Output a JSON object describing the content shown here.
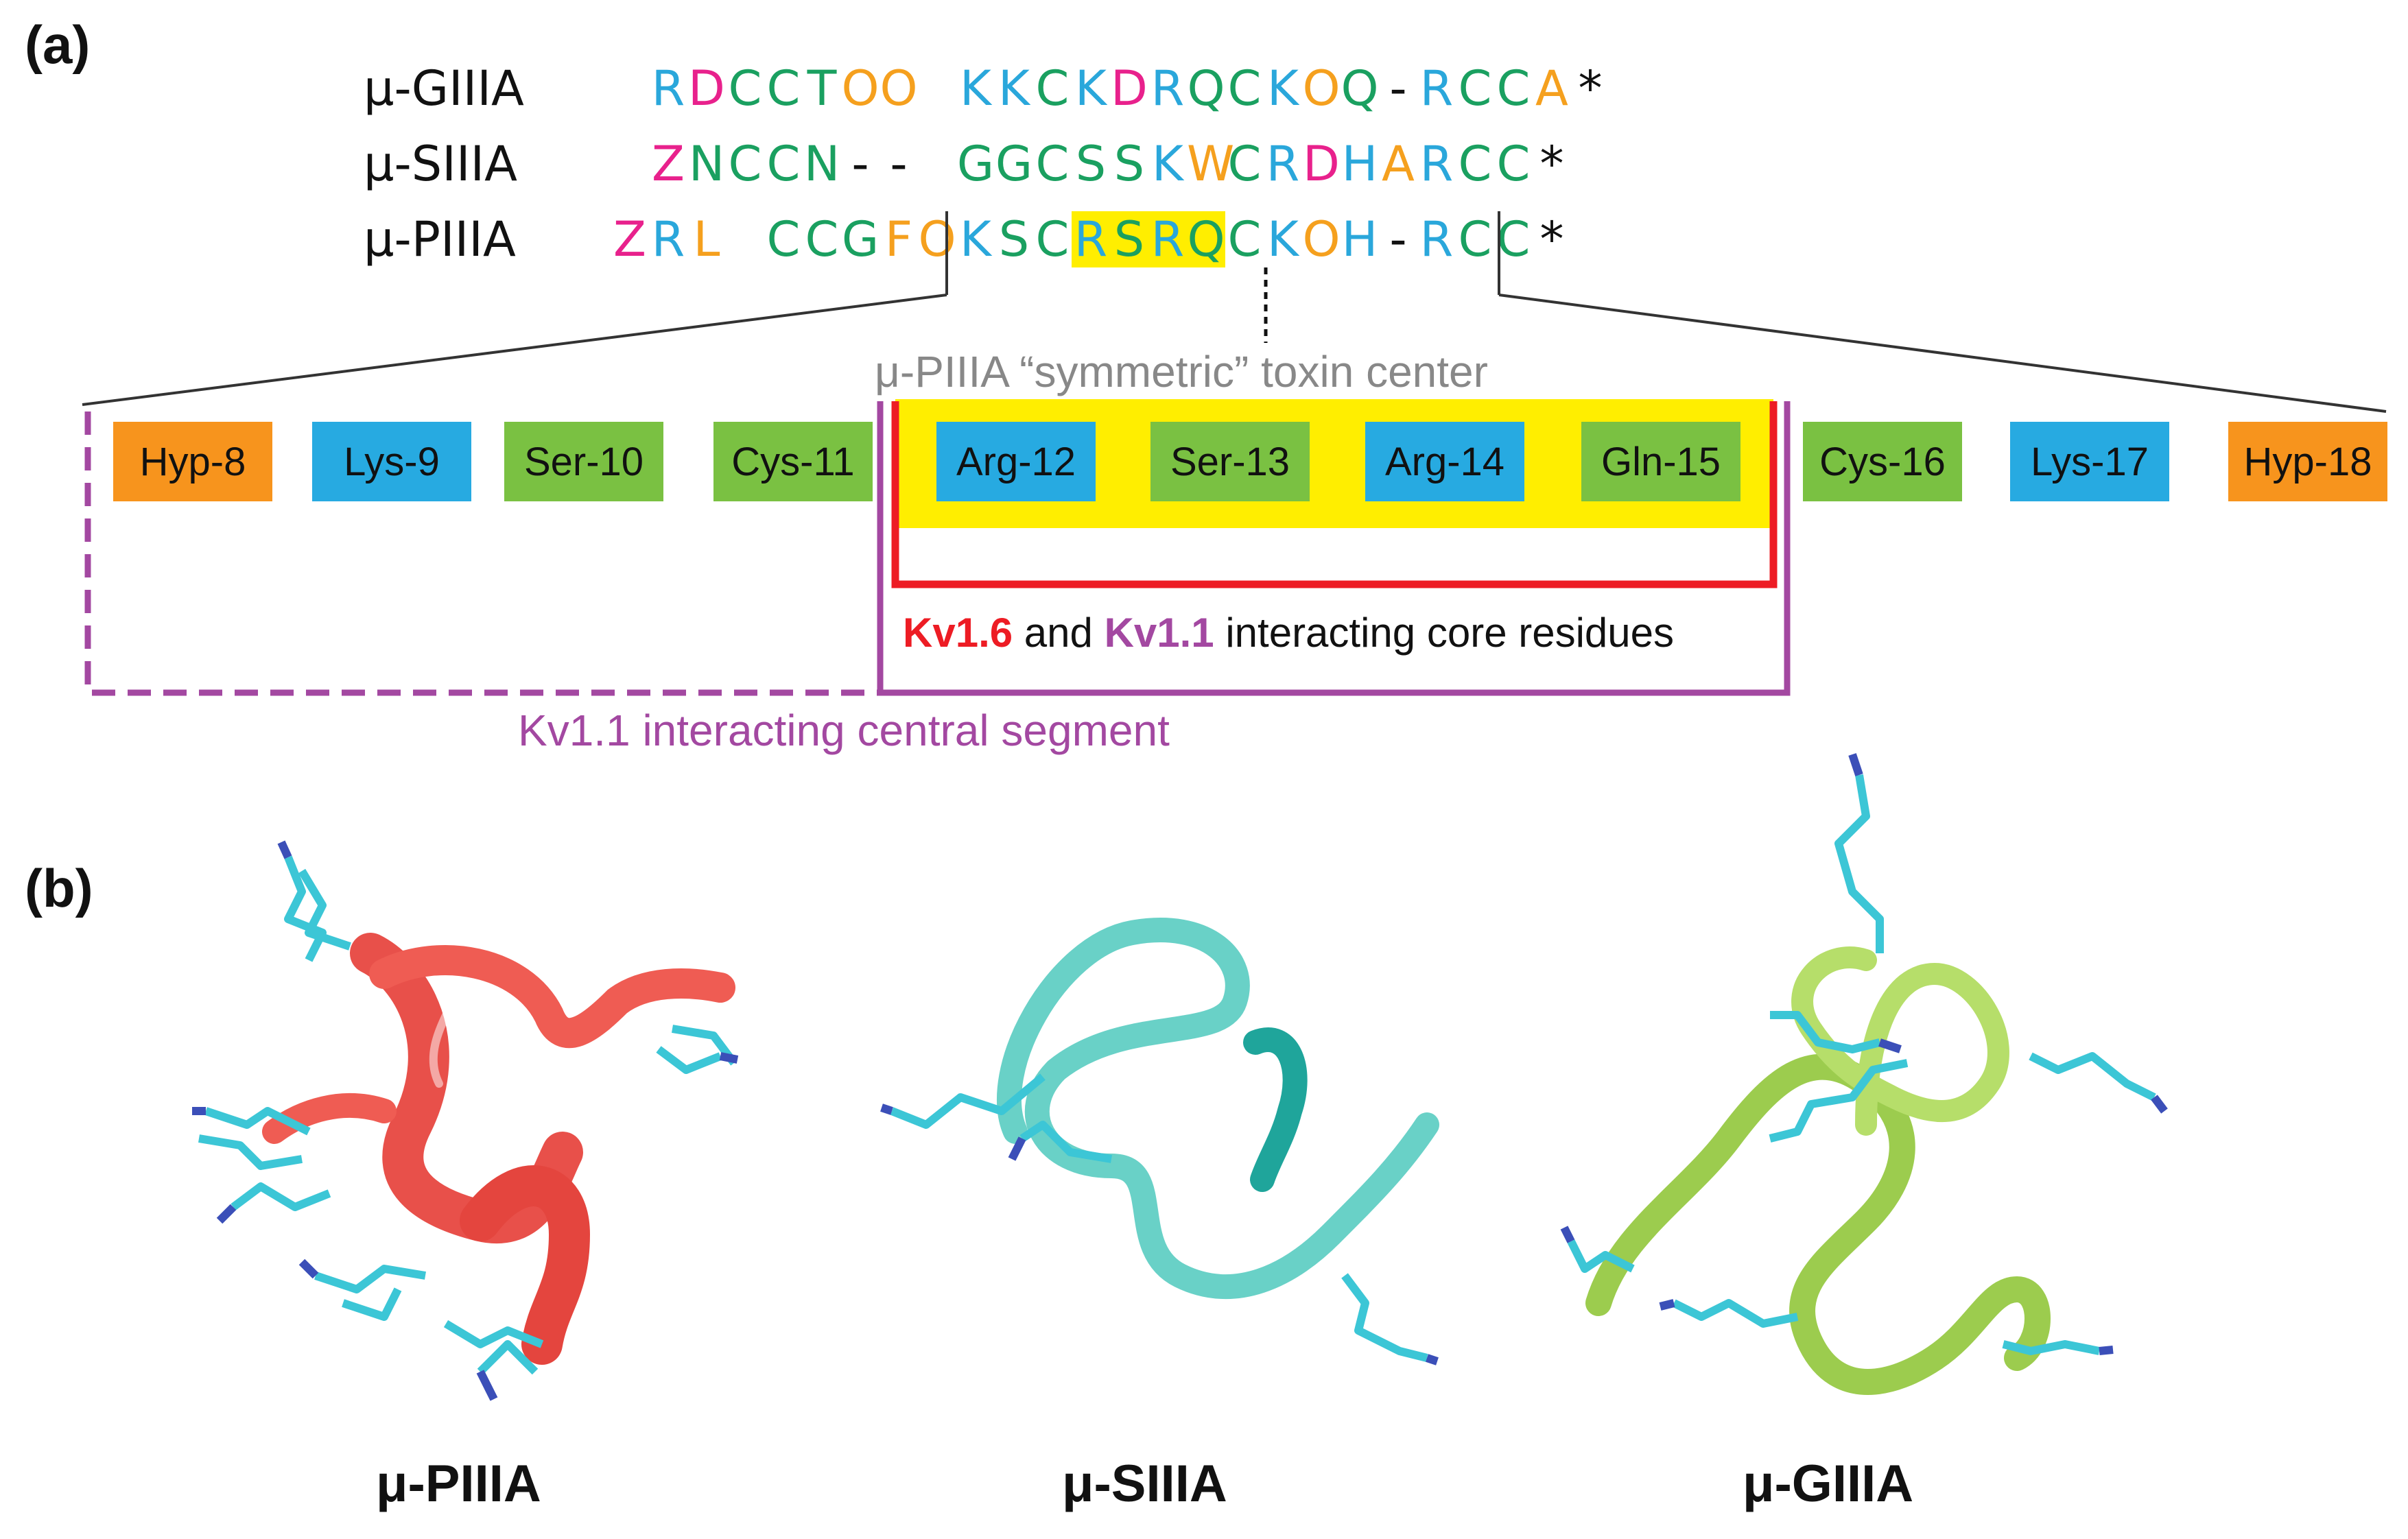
{
  "panel_a_label": "(a)",
  "panel_b_label": "(b)",
  "colors": {
    "blue": "#2aa7db",
    "green": "#1aa060",
    "orange": "#f5a01e",
    "pink": "#e8218c",
    "highlight": "#ffee00",
    "box_orange": "#f7941d",
    "box_blue": "#27aae1",
    "box_green": "#7ac142",
    "red": "#ed1c24",
    "purple": "#a348a1",
    "gray": "#888888"
  },
  "sequences": [
    {
      "name": "μ-GIIIA",
      "residues": [
        {
          "c": "R",
          "col": "blue"
        },
        {
          "c": "D",
          "col": "pink"
        },
        {
          "c": "C",
          "col": "green"
        },
        {
          "c": "C",
          "col": "green"
        },
        {
          "c": "T",
          "col": "green"
        },
        {
          "c": "O",
          "col": "orange"
        },
        {
          "c": "O",
          "col": "orange"
        },
        {
          "c": " ",
          "col": "blue"
        },
        {
          "c": "K",
          "col": "blue"
        },
        {
          "c": "K",
          "col": "blue"
        },
        {
          "c": "C",
          "col": "green"
        },
        {
          "c": "K",
          "col": "blue"
        },
        {
          "c": "D",
          "col": "pink"
        },
        {
          "c": "R",
          "col": "blue"
        },
        {
          "c": "Q",
          "col": "green"
        },
        {
          "c": "C",
          "col": "green"
        },
        {
          "c": "K",
          "col": "blue"
        },
        {
          "c": "O",
          "col": "orange"
        },
        {
          "c": "Q",
          "col": "green"
        },
        {
          "c": "-",
          "col": "black"
        },
        {
          "c": "R",
          "col": "blue"
        },
        {
          "c": "C",
          "col": "green"
        },
        {
          "c": "C",
          "col": "green"
        },
        {
          "c": "A",
          "col": "orange"
        },
        {
          "c": "*",
          "col": "black"
        }
      ]
    },
    {
      "name": "μ-SIIIA",
      "residues": [
        {
          "c": "Z",
          "col": "pink"
        },
        {
          "c": "N",
          "col": "green"
        },
        {
          "c": "C",
          "col": "green"
        },
        {
          "c": "C",
          "col": "green"
        },
        {
          "c": "N",
          "col": "green"
        },
        {
          "c": "-",
          "col": "black"
        },
        {
          "c": "-",
          "col": "black"
        },
        {
          "c": " ",
          "col": "blue"
        },
        {
          "c": "G",
          "col": "green"
        },
        {
          "c": "G",
          "col": "green"
        },
        {
          "c": "C",
          "col": "green"
        },
        {
          "c": "S",
          "col": "green"
        },
        {
          "c": "S",
          "col": "green"
        },
        {
          "c": "K",
          "col": "blue"
        },
        {
          "c": "W",
          "col": "orange"
        },
        {
          "c": "C",
          "col": "green"
        },
        {
          "c": "R",
          "col": "blue"
        },
        {
          "c": "D",
          "col": "pink"
        },
        {
          "c": "H",
          "col": "blue"
        },
        {
          "c": "A",
          "col": "orange"
        },
        {
          "c": "R",
          "col": "blue"
        },
        {
          "c": "C",
          "col": "green"
        },
        {
          "c": "C",
          "col": "green"
        },
        {
          "c": "*",
          "col": "black"
        }
      ]
    },
    {
      "name": "μ-PIIIA",
      "residues": [
        {
          "c": "Z",
          "col": "pink"
        },
        {
          "c": "R",
          "col": "blue"
        },
        {
          "c": "L",
          "col": "orange"
        },
        {
          "c": " ",
          "col": "blue"
        },
        {
          "c": "C",
          "col": "green"
        },
        {
          "c": "C",
          "col": "green"
        },
        {
          "c": "G",
          "col": "green"
        },
        {
          "c": "F",
          "col": "orange"
        },
        {
          "c": "O",
          "col": "orange"
        },
        {
          "c": "K",
          "col": "blue"
        },
        {
          "c": "S",
          "col": "green"
        },
        {
          "c": "C",
          "col": "green"
        },
        {
          "c": "R",
          "col": "blue",
          "hl": true
        },
        {
          "c": "S",
          "col": "green",
          "hl": true
        },
        {
          "c": "R",
          "col": "blue",
          "hl": true
        },
        {
          "c": "Q",
          "col": "green",
          "hl": true
        },
        {
          "c": "C",
          "col": "green"
        },
        {
          "c": "K",
          "col": "blue"
        },
        {
          "c": "O",
          "col": "orange"
        },
        {
          "c": "H",
          "col": "blue"
        },
        {
          "c": "-",
          "col": "black"
        },
        {
          "c": "R",
          "col": "blue"
        },
        {
          "c": "C",
          "col": "green"
        },
        {
          "c": "C",
          "col": "green"
        },
        {
          "c": "*",
          "col": "black"
        }
      ]
    }
  ],
  "center_label": "μ-PIIIA “symmetric” toxin center",
  "residue_boxes": [
    {
      "label": "Hyp-8",
      "col": "box_orange"
    },
    {
      "label": "Lys-9",
      "col": "box_blue"
    },
    {
      "label": "Ser-10",
      "col": "box_green"
    },
    {
      "label": "Cys-11",
      "col": "box_green"
    },
    {
      "label": "Arg-12",
      "col": "box_blue"
    },
    {
      "label": "Ser-13",
      "col": "box_green"
    },
    {
      "label": "Arg-14",
      "col": "box_blue"
    },
    {
      "label": "Gln-15",
      "col": "box_green"
    },
    {
      "label": "Cys-16",
      "col": "box_green"
    },
    {
      "label": "Lys-17",
      "col": "box_blue"
    },
    {
      "label": "Hyp-18",
      "col": "box_orange"
    }
  ],
  "core_label": {
    "part1": "Kv1.6",
    "part2": " and ",
    "part3": "Kv1.1",
    "part4": " interacting core residues"
  },
  "segment_label": "Kv1.1 interacting central segment",
  "structures": [
    {
      "name": "μ-PIIIA"
    },
    {
      "name": "μ-SIIIA"
    },
    {
      "name": "μ-GIIIA"
    }
  ]
}
